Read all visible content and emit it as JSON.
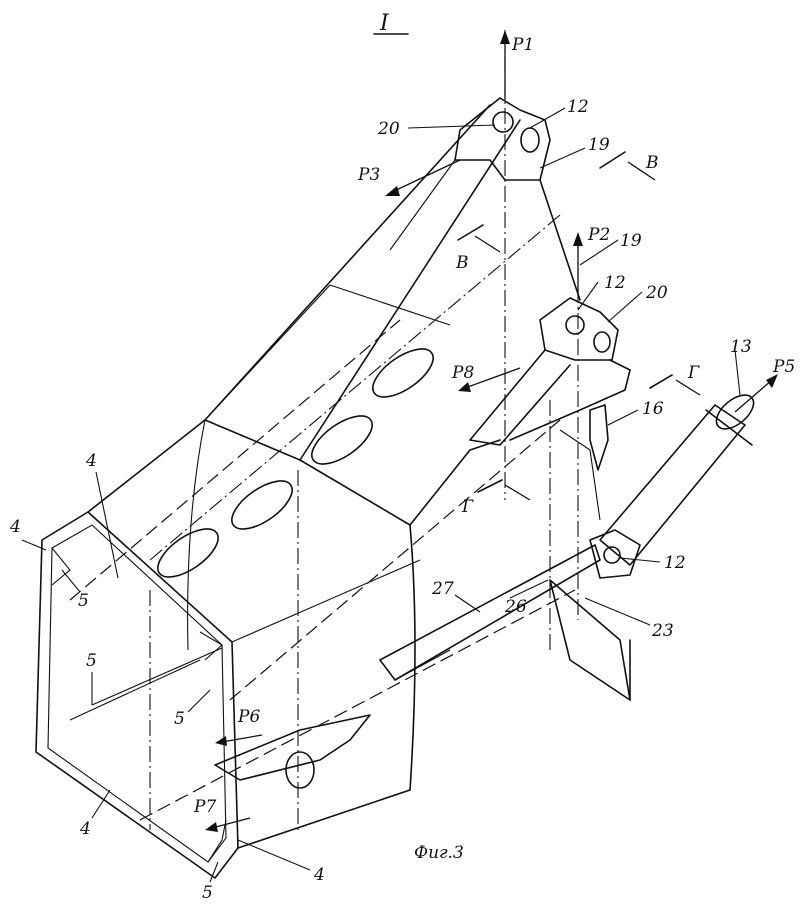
{
  "view_title": "I",
  "caption": "Фиг.3",
  "forces": {
    "p1": "P1",
    "p2": "P2",
    "p3": "P3",
    "p5": "P5",
    "p6": "P6",
    "p7": "P7",
    "p8": "P8"
  },
  "sections": {
    "v_upper": "B",
    "v_lower": "B",
    "g_right": "Г",
    "g_lower": "Г"
  },
  "callouts": {
    "c20_top": "20",
    "c12_top": "12",
    "c19_top": "19",
    "c19_mid": "19",
    "c12_mid": "12",
    "c20_mid": "20",
    "c13": "13",
    "c16": "16",
    "c12_low": "12",
    "c23": "23",
    "c26": "26",
    "c27": "27",
    "c4_a": "4",
    "c4_b": "4",
    "c4_c": "4",
    "c4_d": "4",
    "c5_a": "5",
    "c5_b": "5",
    "c5_c": "5",
    "c5_d": "5"
  }
}
